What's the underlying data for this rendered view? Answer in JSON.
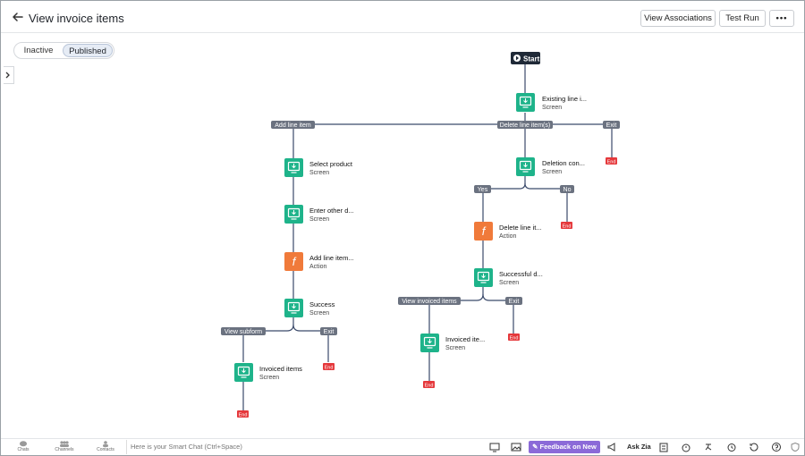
{
  "header": {
    "title": "View invoice items",
    "buttons": {
      "view_associations": "View Associations",
      "test_run": "Test Run",
      "more": "•••"
    }
  },
  "mode_toggle": {
    "inactive": "Inactive",
    "published": "Published"
  },
  "flow": {
    "start": "Start",
    "nodes": {
      "existing": {
        "title": "Existing line i...",
        "type": "Screen"
      },
      "select_product": {
        "title": "Select product",
        "type": "Screen"
      },
      "enter_other": {
        "title": "Enter other d...",
        "type": "Screen"
      },
      "add_line_action": {
        "title": "Add line item...",
        "type": "Action"
      },
      "success": {
        "title": "Success",
        "type": "Screen"
      },
      "invoiced_items_left": {
        "title": "Invoiced items",
        "type": "Screen"
      },
      "deletion_con": {
        "title": "Deletion con...",
        "type": "Screen"
      },
      "delete_line_action": {
        "title": "Delete line it...",
        "type": "Action"
      },
      "successful_d": {
        "title": "Successful d...",
        "type": "Screen"
      },
      "invoiced_items_right": {
        "title": "Invoiced ite...",
        "type": "Screen"
      }
    },
    "branches": {
      "add_line_item": "Add line item",
      "delete_line_items": "Delete line item(s)",
      "exit": "Exit",
      "yes": "Yes",
      "no": "No",
      "view_subform": "View subform",
      "view_invoiced_items": "View invoiced items"
    },
    "end": "End",
    "colors": {
      "screen": "#1eb38a",
      "action": "#f07a3a",
      "branch": "#6b7280",
      "end": "#e5383b",
      "start": "#1f2937",
      "line": "#3b4a6b"
    }
  },
  "footer": {
    "chats": "Chats",
    "channels": "Channels",
    "contacts": "Contacts",
    "smart_chat_placeholder": "Here is your Smart Chat (Ctrl+Space)",
    "feedback": "Feedback on New UI",
    "ask_zia": "Ask Zia"
  }
}
